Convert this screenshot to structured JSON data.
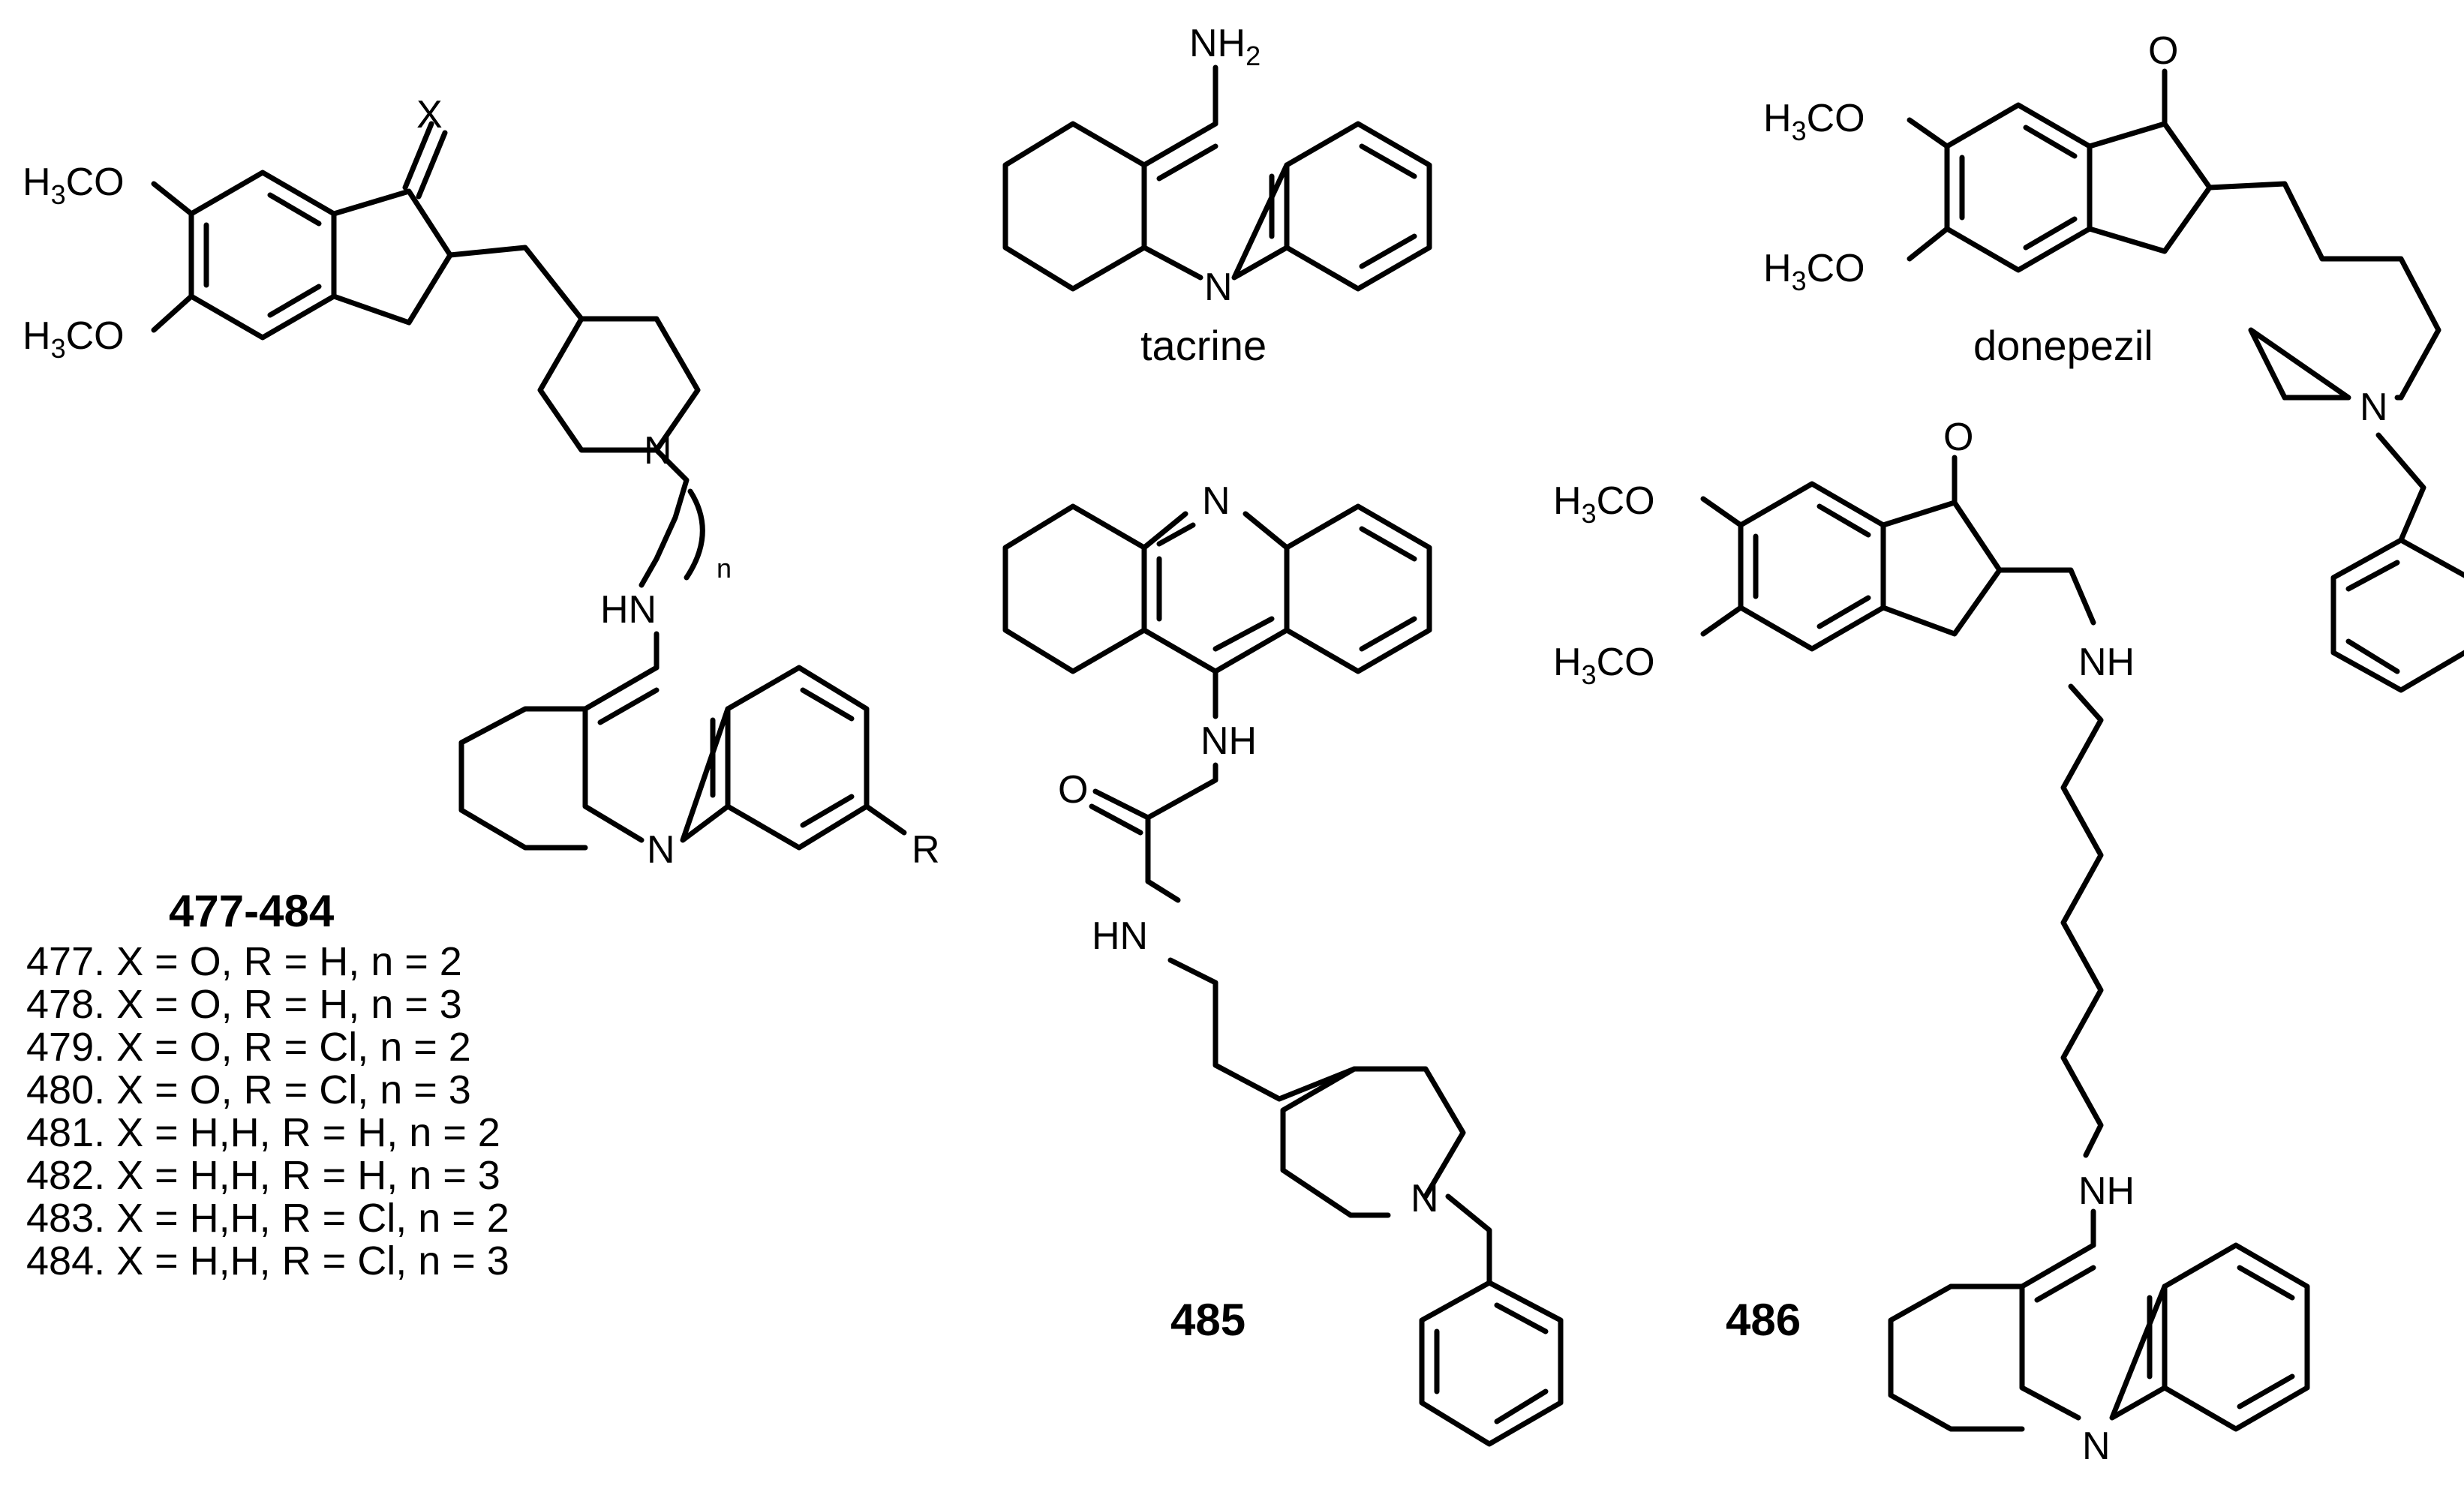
{
  "atoms": {
    "x": "X",
    "o": "O",
    "n": "N",
    "r": "R",
    "hn": "HN",
    "nh": "NH",
    "h3co_h": "H",
    "h3co_3": "3",
    "h3co_co": "CO",
    "nh2_nh": "NH",
    "nh2_2": "2",
    "n_sub": "n"
  },
  "names": {
    "tacrine": "tacrine",
    "donepezil": "donepezil"
  },
  "compounds": {
    "series": "477-484",
    "c485": "485",
    "c486": "486"
  },
  "legend": [
    "477. X = O, R = H, n = 2",
    "478. X = O, R = H, n = 3",
    "479. X = O, R = Cl, n = 2",
    "480. X = O, R = Cl, n = 3",
    "481. X = H,H, R = H, n = 2",
    "482. X = H,H, R = H, n = 3",
    "483. X = H,H, R = Cl, n = 2",
    "484. X = H,H, R = Cl, n = 3"
  ]
}
